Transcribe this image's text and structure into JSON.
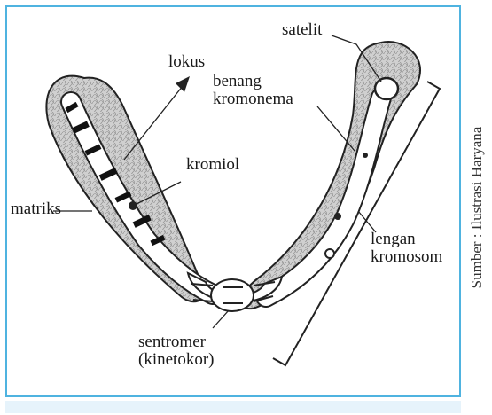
{
  "labels": {
    "satelit": "satelit",
    "lokus": "lokus",
    "benang_kromonema": "benang\nkromonema",
    "kromiol": "kromiol",
    "matriks": "matriks",
    "lengan_kromosom": "lengan\nkromosom",
    "sentromer": "sentromer\n(kinetokor)"
  },
  "source": "Sumber : Ilustrasi Haryana",
  "colors": {
    "frame_border": "#4fb3e0",
    "matrix_fill": "#cfcfcf",
    "outline": "#222222",
    "caption_bar": "#e6f3fb"
  }
}
